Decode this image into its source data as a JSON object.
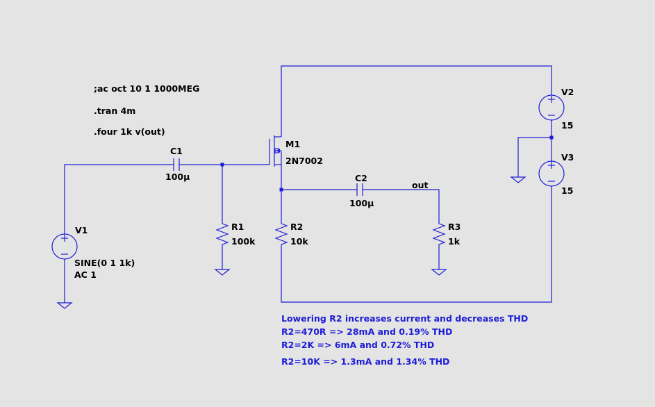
{
  "directives": {
    "ac": ";ac oct 10 1 1000MEG",
    "tran": ".tran 4m",
    "four": ".four 1k v(out)"
  },
  "components": {
    "v1": {
      "name": "V1",
      "value": "SINE(0 1 1k)",
      "extra": "AC 1"
    },
    "v2": {
      "name": "V2",
      "value": "15"
    },
    "v3": {
      "name": "V3",
      "value": "15"
    },
    "c1": {
      "name": "C1",
      "value": "100µ"
    },
    "c2": {
      "name": "C2",
      "value": "100µ"
    },
    "r1": {
      "name": "R1",
      "value": "100k"
    },
    "r2": {
      "name": "R2",
      "value": "10k"
    },
    "r3": {
      "name": "R3",
      "value": "1k"
    },
    "m1": {
      "name": "M1",
      "value": "2N7002"
    }
  },
  "net_labels": {
    "out": "out"
  },
  "comments": [
    "Lowering R2 increases current and decreases THD",
    "R2=470R => 28mA and 0.19% THD",
    "R2=2K => 6mA and 0.72% THD",
    "R2=10K => 1.3mA and 1.34% THD"
  ],
  "colors": {
    "background": "#e4e4e4",
    "wire": "#1c1cd8",
    "label": "#000000",
    "comment": "#1c1cd8"
  }
}
